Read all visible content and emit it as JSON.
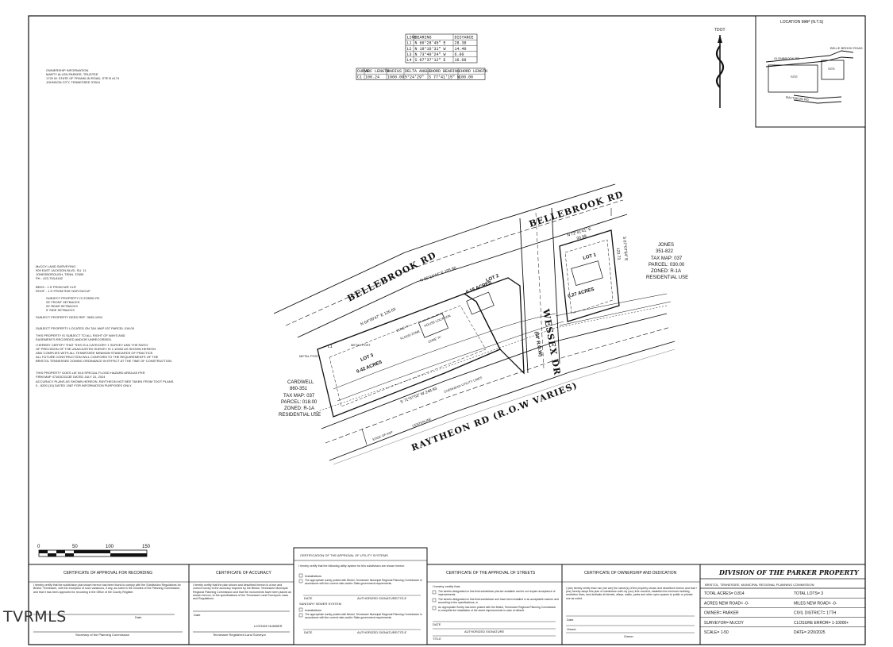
{
  "north_label": "TDOT",
  "location_map": {
    "title": "LOCATION MAP (N.T.S)",
    "labels": [
      "GLENBROOK RD",
      "BELLE BROOK ROAD",
      "SITE",
      "SITE",
      "RAYTHEON RD"
    ]
  },
  "line_table": {
    "headers": [
      "LINE",
      "BEARING",
      "DISTANCE"
    ],
    "rows": [
      [
        "L1",
        "N 66°28'45\" E",
        "28.38"
      ],
      [
        "L2",
        "N 19°16'31\" W",
        "14.40"
      ],
      [
        "L3",
        "N 73°40'24\" W",
        "6.00"
      ],
      [
        "L4",
        "S 07°37'12\" E",
        "16.09"
      ]
    ]
  },
  "curve_table": {
    "headers": [
      "CURVE",
      "ARC LENGTH",
      "RADIUS",
      "DELTA ANGLE",
      "CHORD BEARING",
      "CHORD LENGTH"
    ],
    "rows": [
      [
        "C1",
        "100.24",
        "1060.00",
        "5°24'29\"",
        "S 77°41'15\" W",
        "100.00"
      ]
    ]
  },
  "owner_info": [
    "OWNERSHIP INFORMATION",
    "MARTY ALLEN PARKER, TRUSTEE",
    "1720 W. STATE OF FRANKLIN ROAD, STE B #174",
    "JOHNSON CITY, TENNESSEE 37604"
  ],
  "surveyor_info": [
    "McCOY LAND SURVEYING",
    "909 EAST JACKSON BLVD. SU. 11",
    "JONESBOROUGH, TENN. 37659",
    "PH - 423-753-8162"
  ],
  "notes": [
    "BEDS - 1.5' FROM N/R CLR",
    "ROOF - 1.5' FROM RGE NOR IN/CUP",
    "SUBJECT PROPERTY IS ZONED R2",
    "25' FRONT SETBACKS",
    "20' REAR SETBACKS",
    "5' SIDE SETBACKS",
    "SUBJECT PROPERTY DEED REF: 3635-1994",
    "SUBJECT PROPERTY LOCATED ON TAX MAP 037 PARCEL 018.00",
    "THIS PROPERTY IS SUBJECT TO ALL RIGHT OF WAYS AND",
    "EASEMENTS RECORDED AND/OR UNRECORDED.",
    "I HEREBY CERTIFY THAT THIS IS A CATEGORY 1 SURVEY AND THE RATIO",
    "OF PRECISION OF THE UNADJUSTED SURVEY IS 1:10000 AS SHOWN HEREON",
    "AND COMPLIES WITH ALL TENNESSEE MINIMUM STANDARDS OF PRACTICE.",
    "ALL FUTURE CONSTRUCTION WILL CONFORM TO THE REQUIREMENTS OF THE",
    "BRISTOL TENNESSEE ZONING ORDINANCE IN EFFECT AT THE TIME OF CONSTRUCTION.",
    "THIS PROPERTY DOES LIE IN A SPECIAL FLOOD HAZARD AREA AS PER",
    "FIRM MAP 47163C0113E DATED JULY 31, 2024",
    "ACCURACY PLANS AS SHOWN HEREON, RAYTHEON NOT BEE TAKEN FROM TDOT PLANS.",
    "0 - 8200 (10) DATED 1987 FOR INFORMATION PURPOSES ONLY."
  ],
  "roads": {
    "bellebrook_top": "BELLEBROOK RD",
    "bellebrook_left": "BELLEBROOK RD",
    "raytheon": "RAYTHEON RD (R.O.W VARIES)",
    "wessex": "WESSEX DR",
    "wessex_row": "(50' R.O.W)"
  },
  "lots": {
    "lot1": {
      "name": "LOT 1",
      "acres": "0.27 ACRES"
    },
    "lot2": {
      "name": "LOT 2",
      "acres": "0.18 ACRES"
    },
    "lot3": {
      "name": "LOT 3",
      "acres": "0.42 ACRES"
    }
  },
  "bearings": {
    "b1": "N 66°13'44\" E  105.80",
    "b2": "N 64°00'47\" E  126.03",
    "b3": "N 72°41'41\" E",
    "b4": "93.99",
    "b5": "S 71°07'53\" W  248.93",
    "b6": "S 07°07'54\" E",
    "b7": "123.73"
  },
  "jones": [
    "JONES",
    "351-822",
    "TAX MAP: 037",
    "PARCEL: 030.00",
    "ZONED: R-1A",
    "RESIDENTIAL USE"
  ],
  "cardwell": [
    "CARDWELL",
    "860-351",
    "TAX MAP: 037",
    "PARCEL: 018.00",
    "ZONED: R-1A",
    "RESIDENTIAL USE"
  ],
  "map_labels": {
    "metal_post1": "METAL POST",
    "metal_post2": "METAL POST",
    "zone_x": "ZONE \"X\"",
    "zone_a": "ZONE \"A\"",
    "flood_zone": "FLOOD ZONE",
    "house_loc": "HOUSE LOCATION",
    "edge_asp": "EDGE OF ASP",
    "overhead": "OVERHEAD UTILITY LINES",
    "centerline": "CENTERLINE",
    "l1": "L1"
  },
  "scale_bar": [
    "0",
    "50",
    "100",
    "150"
  ],
  "cert_recording": {
    "title": "CERTIFICATE OF APPROVAL FOR RECORDING",
    "body": "I hereby certify that the subdivision plat shown hereon has been found to comply with the Subdivision Regulations for Bristol, Tennessee, with the exception of such variances, if any, as noted in the minutes of the Planning Commission, and that it has been approved for recording in the Office of the County Register.",
    "date_label": "Date",
    "sign_label": "Secretary of the Planning Commission"
  },
  "cert_accuracy": {
    "title": "CERTIFICATE OF ACCURACY",
    "body": "I hereby certify that the plan shown and described hereon is a true and correct survey to the accuracy required by the Bristol, Tennessee Municipal Regional Planning Commission and that the monuments have been placed as shown hereon, to the specifications of the Tennessee Land Surveyors Laws and Regulations.",
    "date_label": "Date",
    "license_label": "LICENSE NUMBER",
    "sign_label": "Tennessee Registered Land Surveyor"
  },
  "cert_utility": {
    "title": "CERTIFICATION OF THE APPROVAL OF UTILITY SYSTEMS",
    "body": "I hereby certify that the following utility system for this subdivision are shown hereon",
    "items": [
      "Installations",
      "The appropriate surety posted with Bristol, Tennessee Municipal Regional Planning Commission in accordance with the current rules and/or State-government requirements"
    ],
    "date_label": "DATE",
    "auth_label": "AUTHORIZED SIGNATURE/TITLE",
    "sewer_label": "SANITARY SEWER SYSTEM"
  },
  "cert_streets": {
    "title": "CERTIFICATE OF THE APPROVAL OF STREETS",
    "body": "I hereby certify that:",
    "items": [
      "The streets designated on this final subdivision plat are available and do not require acceptance of improvements.",
      "The streets designated on this final subdivision and have been installed in an acceptable manner and according to the specifications, or",
      "An appropriate Surety has been posted with the Bristol, Tennessee Regional Planning Commission to complete the installation of the street improvements in case of default."
    ],
    "date_label": "DATE",
    "auth_label": "AUTHORIZED SIGNATURE",
    "title_label": "TITLE"
  },
  "cert_ownership": {
    "title": "CERTIFICATE OF OWNERSHIP AND DEDICATION",
    "body": "I (we) hereby certify that I am (we are) the owner(s) of the property shown and described hereon and that I (we) hereby adopt this plan of subdivision with my (our) free consent, establish the minimum building restriction lines, and dedicate all streets, alleys, walks, parks and other open spaces to public or private use as noted.",
    "date_label": "Date",
    "owner_label": "Owner"
  },
  "title_block": {
    "title": "DIVISION OF THE PARKER PROPERTY",
    "subtitle": "BRISTOL, TENNESSEE, MUNICIPAL REGIONAL PLANNING COMMISSION",
    "rows": [
      [
        "TOTAL ACRES= 0.814",
        "TOTAL LOTS= 3"
      ],
      [
        "ACRES NEW ROAD= -0-",
        "MILES NEW ROAD= -0-"
      ],
      [
        "OWNER= PARKER",
        "CIVIL DISTRICT= 17TH"
      ],
      [
        "SURVEYOR= McCOY",
        "CLOSURE ERROR= 1-10000+"
      ],
      [
        "SCALE= 1-50",
        "DATE= 2/20/2025"
      ]
    ]
  },
  "watermark": "TVRMLS"
}
